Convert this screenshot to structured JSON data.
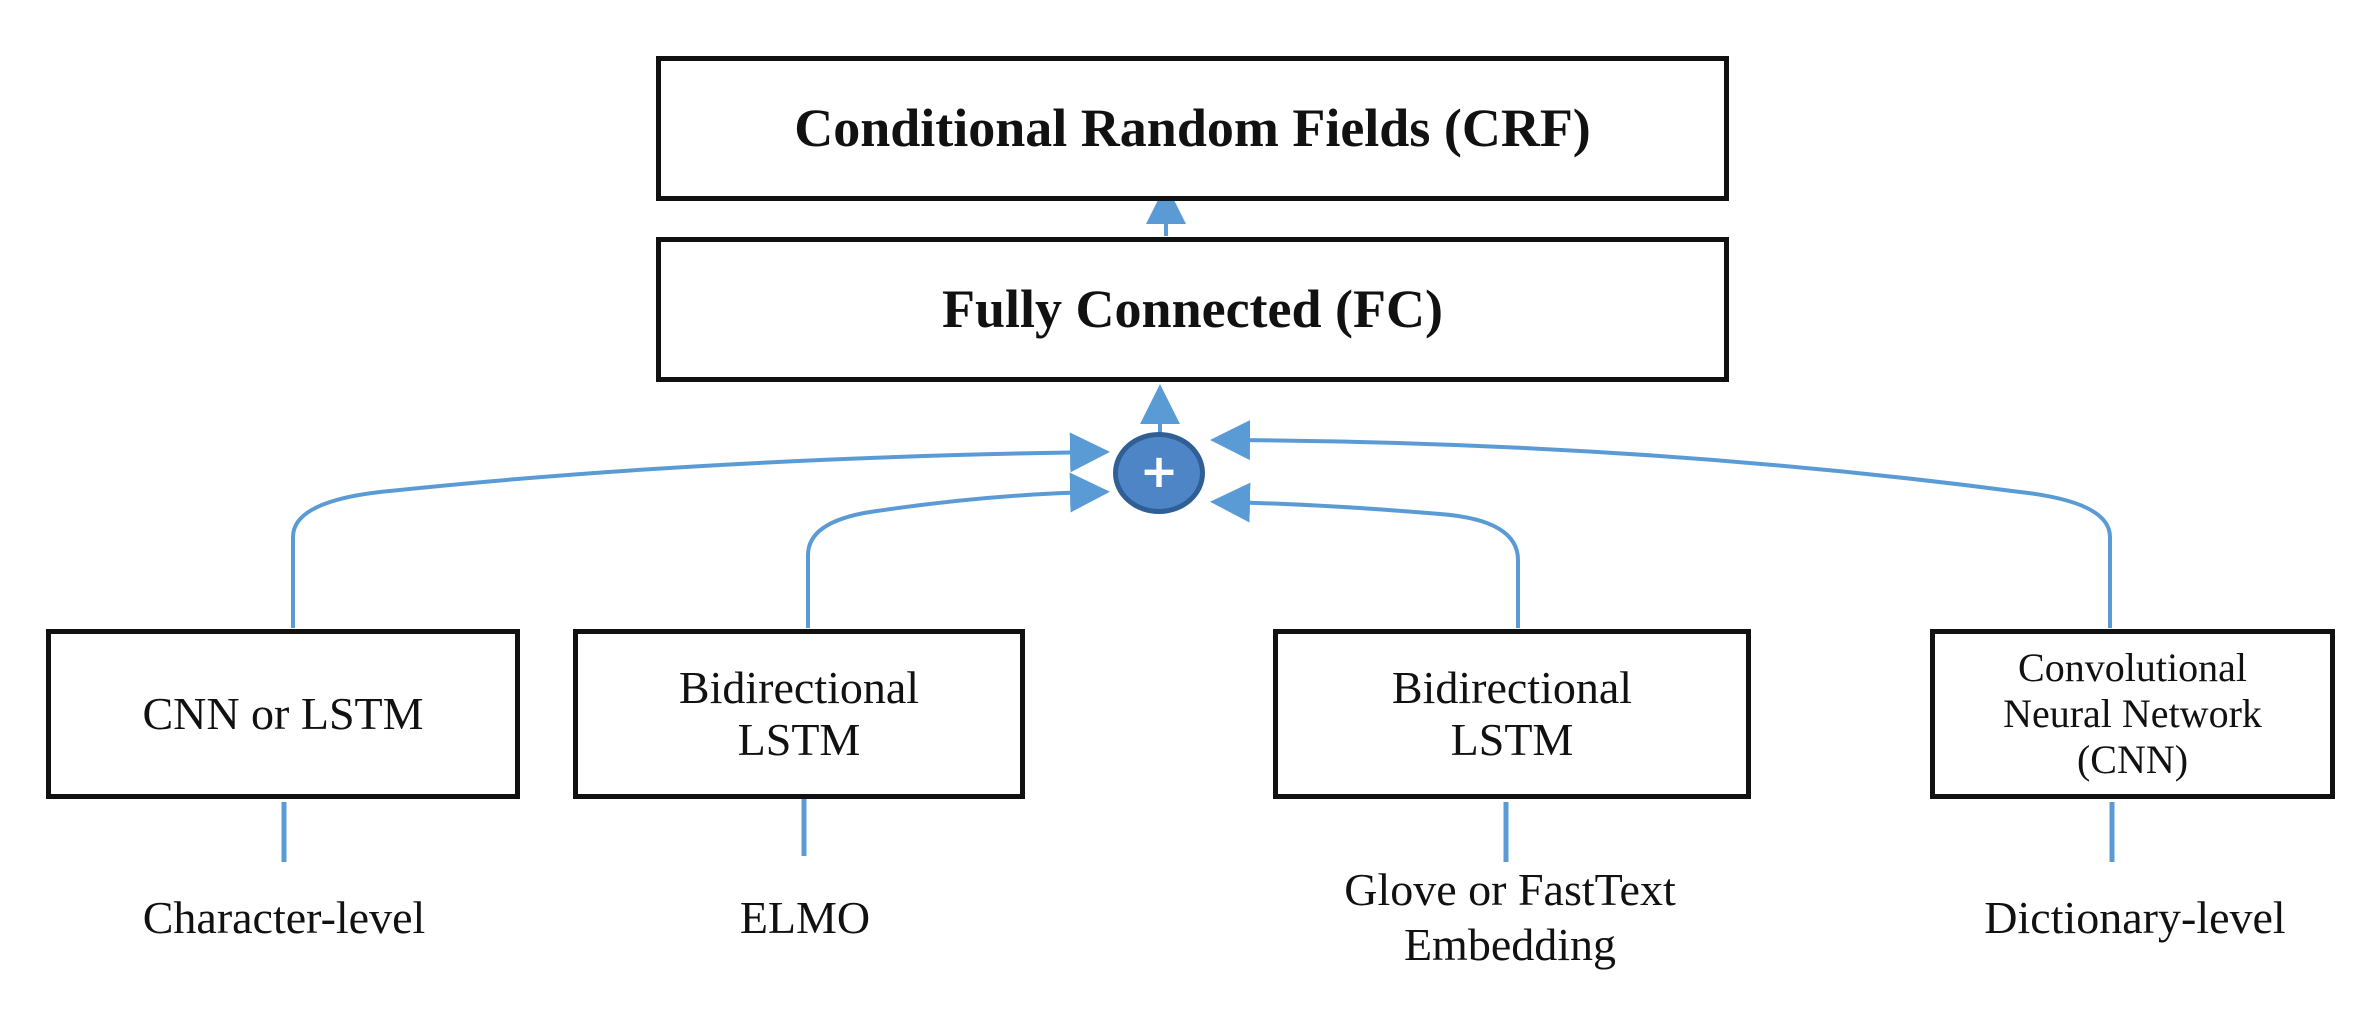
{
  "diagram": {
    "layers": {
      "crf": "Conditional Random Fields (CRF)",
      "fc": "Fully Connected (FC)",
      "combine_symbol": "+"
    },
    "encoders": [
      {
        "label": "CNN or LSTM",
        "input": "Character-level"
      },
      {
        "label": "Bidirectional\nLSTM",
        "input": "ELMO"
      },
      {
        "label": "Bidirectional\nLSTM",
        "input": "Glove or FastText\nEmbedding"
      },
      {
        "label": "Convolutional\nNeural Network\n(CNN)",
        "input": "Dictionary-level"
      }
    ],
    "colors": {
      "arrow": "#5b9bd5",
      "node_fill": "#4d85c6",
      "node_border": "#2f5f94",
      "box_border": "#111111"
    }
  }
}
